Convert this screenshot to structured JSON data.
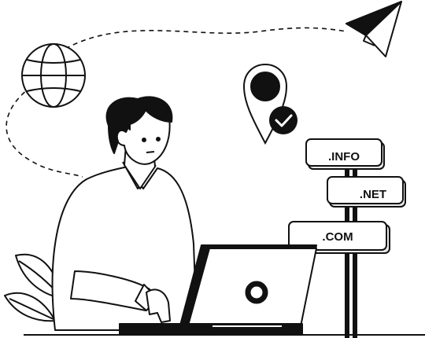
{
  "signs": {
    "info": ".INFO",
    "net": ".NET",
    "com": ".COM"
  },
  "colors": {
    "ink": "#111111",
    "paper": "#ffffff",
    "shadow": "#e9e9e9"
  },
  "icons": [
    "globe-icon",
    "paper-plane-icon",
    "location-pin-icon",
    "checkmark-icon",
    "laptop-icon"
  ]
}
